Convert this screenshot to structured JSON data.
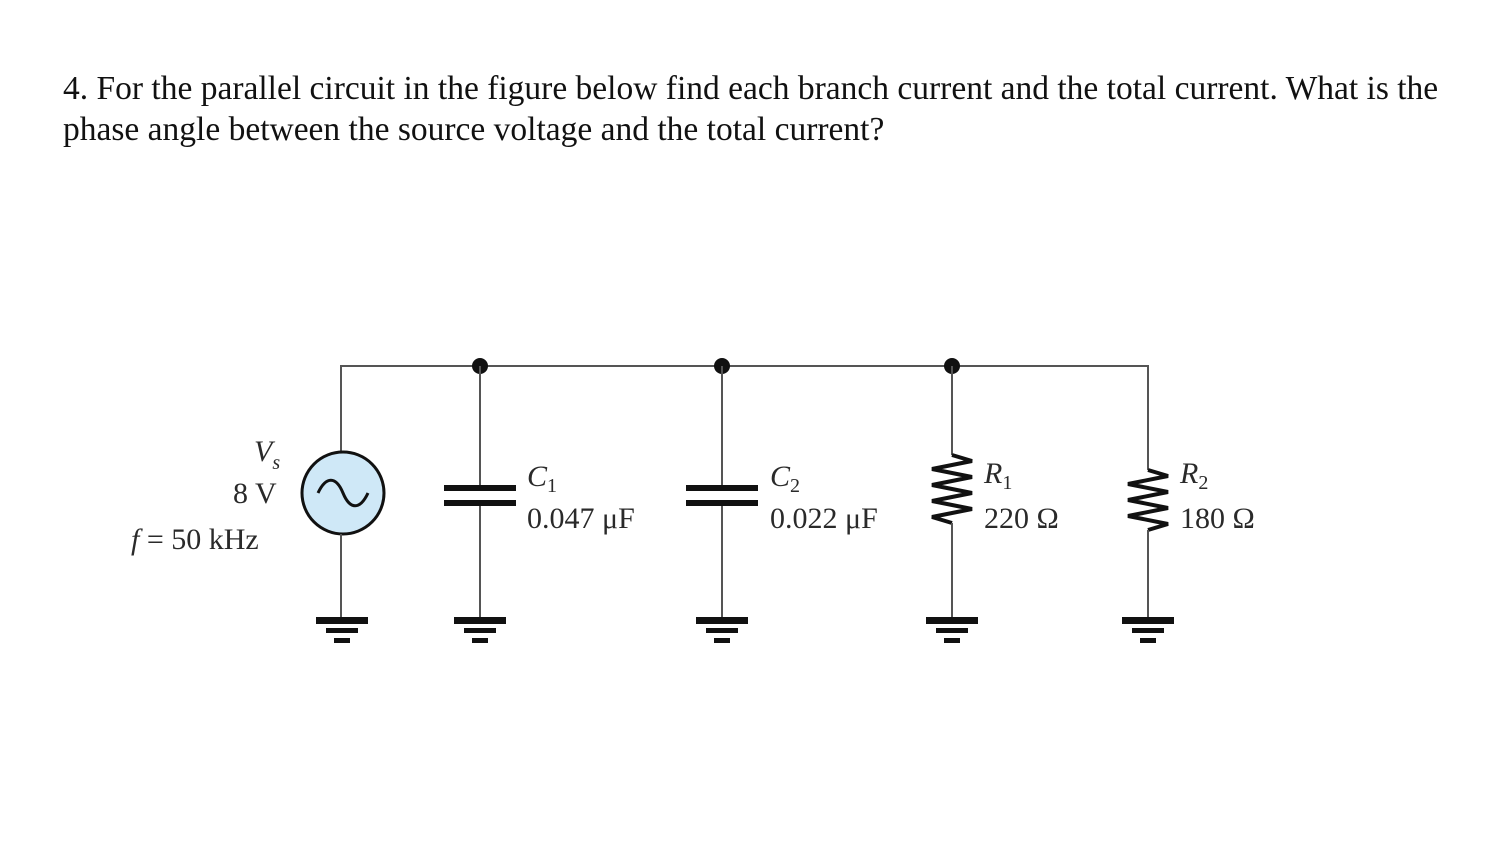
{
  "question": {
    "text": "4. For the parallel circuit in the figure below find each branch current and the total current. What is the phase angle between the source voltage and the total current?"
  },
  "circuit": {
    "source": {
      "symbol": "V",
      "symbol_sub": "s",
      "voltage": "8 V",
      "frequency_prefix": "f",
      "frequency_value": " = 50 kHz",
      "fill_color": "#cfe8f7"
    },
    "c1": {
      "symbol": "C",
      "sub": "1",
      "value": "0.047 μF"
    },
    "c2": {
      "symbol": "C",
      "sub": "2",
      "value": "0.022 μF"
    },
    "r1": {
      "symbol": "R",
      "sub": "1",
      "value": "220 Ω"
    },
    "r2": {
      "symbol": "R",
      "sub": "2",
      "value": "180 Ω"
    },
    "wire_color": "#555555",
    "component_color": "#111111"
  }
}
